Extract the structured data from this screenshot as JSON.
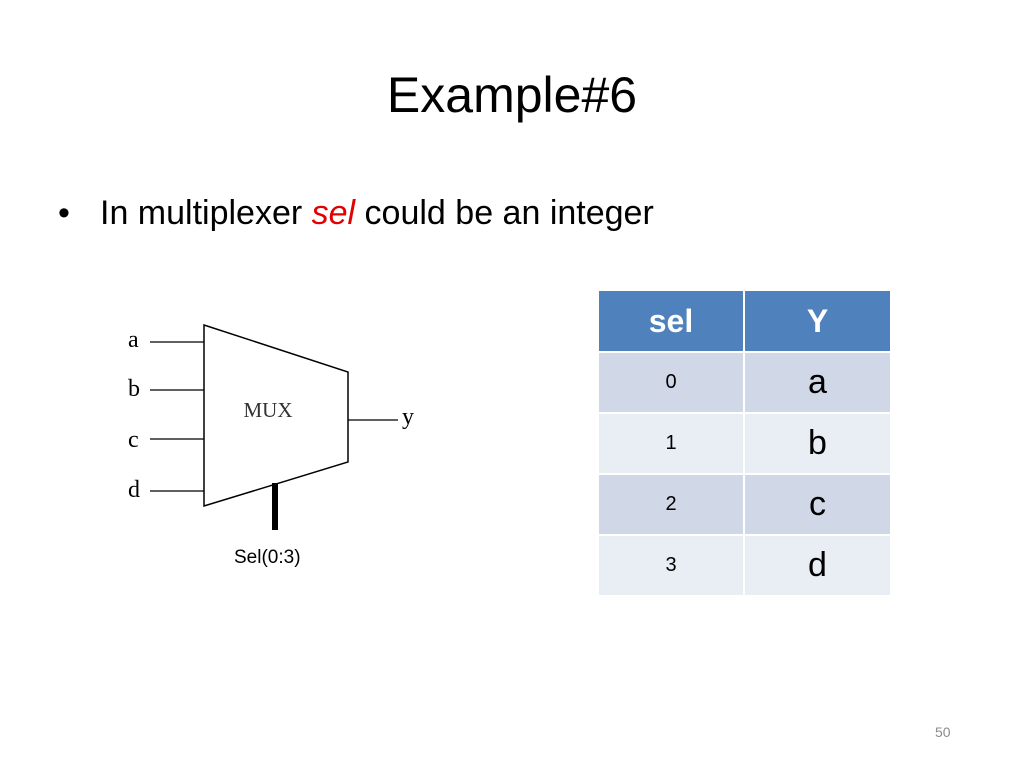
{
  "slide": {
    "title": "Example#6",
    "bullet": {
      "symbol": "•",
      "text_before": "In multiplexer ",
      "highlight": "sel",
      "text_after": " could be an integer",
      "highlight_color": "#e30000"
    },
    "slide_number": "50"
  },
  "diagram": {
    "inputs": [
      "a",
      "b",
      "c",
      "d"
    ],
    "block_label": "MUX",
    "output": "y",
    "select_caption": "Sel(0:3)"
  },
  "table": {
    "header_color": "#4f81bd",
    "headers": [
      "sel",
      "Y"
    ],
    "rows": [
      {
        "sel": "0",
        "y": "a"
      },
      {
        "sel": "1",
        "y": "b"
      },
      {
        "sel": "2",
        "y": "c"
      },
      {
        "sel": "3",
        "y": "d"
      }
    ]
  }
}
